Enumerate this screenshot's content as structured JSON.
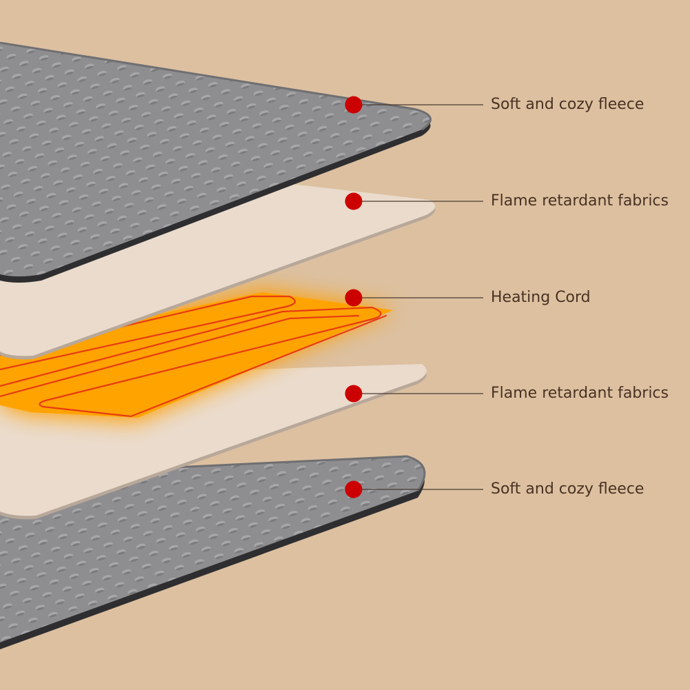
{
  "background_color": "#dcc0a0",
  "callout_color": "#cc0000",
  "heat_color": "#ff9f00",
  "layers": [
    {
      "label": "Soft and cozy fleece",
      "material": "fleece",
      "color": "#8f8f91"
    },
    {
      "label": "Flame retardant fabrics",
      "material": "fabric",
      "color": "#eadbcc"
    },
    {
      "label": "Heating Cord",
      "material": "heating-cord",
      "color": "#ff9f00"
    },
    {
      "label": "Flame retardant fabrics",
      "material": "fabric",
      "color": "#eadbcc"
    },
    {
      "label": "Soft and cozy fleece",
      "material": "fleece",
      "color": "#8f8f91"
    }
  ]
}
